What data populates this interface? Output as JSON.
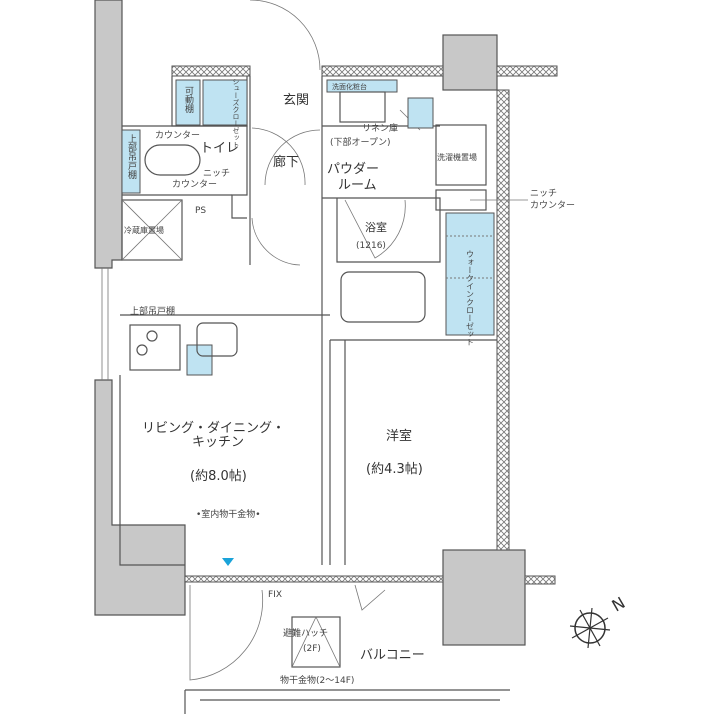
{
  "floorplan": {
    "rooms": {
      "ldk_line1": "リビング・ダイニング・",
      "ldk_line2": "キッチン",
      "ldk_size": "(約8.0帖)",
      "ldk_note": "•室内物干金物•",
      "western": "洋室",
      "western_size": "(約4.3帖)",
      "entrance": "玄関",
      "hallway": "廊下",
      "toilet": "トイレ",
      "powder_line1": "パウダー",
      "powder_line2": "ルーム",
      "bath": "浴室",
      "bath_size": "(1216)",
      "balcony": "バルコニー"
    },
    "fixtures": {
      "movable_shelf": "可動棚",
      "shoe_closet": "シューズクローゼット",
      "counter": "カウンター",
      "upper_cabinet_toilet": "上部吊戸棚",
      "niche_counter_toilet_1": "ニッチ",
      "niche_counter_toilet_2": "カウンター",
      "ps": "PS",
      "fridge": "冷蔵庫置場",
      "upper_cabinet_kitchen": "上部吊戸棚",
      "linen_1": "リネン庫",
      "linen_2": "(下部オープン)",
      "washer": "洗濯機置場",
      "washstand": "洗面化粧台",
      "niche_counter_1": "ニッチ",
      "niche_counter_2": "カウンター",
      "wic": "ウォークインクローゼット",
      "fix": "FIX",
      "hatch_1": "避難ハッチ",
      "hatch_2": "(2F)",
      "drying": "物干金物(2～14F)"
    },
    "compass": "N",
    "colors": {
      "storage_fill": "#bfe3f2",
      "wall_fill": "#c8c8c8",
      "marker": "#1aa3d9"
    }
  }
}
